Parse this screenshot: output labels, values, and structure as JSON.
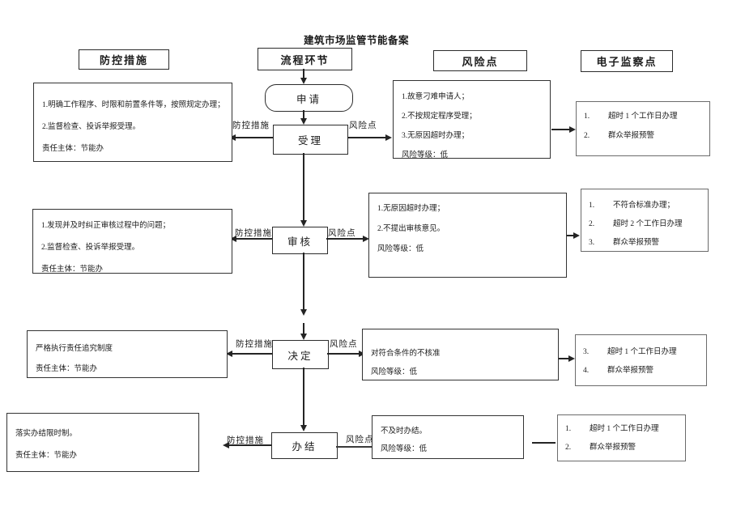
{
  "title": "建筑市场监管节能备案",
  "columns": {
    "prevention": "防控措施",
    "process": "流程环节",
    "risk": "风险点",
    "monitor": "电子监察点"
  },
  "flow": {
    "apply": "申请",
    "accept": "受理",
    "review": "审核",
    "decide": "决定",
    "finish": "办结"
  },
  "connector_labels": {
    "prevention": "防控措施",
    "risk": "风险点"
  },
  "rows": [
    {
      "step": "受理",
      "prevention": {
        "lines": [
          "1.明确工作程序、时限和前置条件等，按照规定办理；",
          "2.监督检查、投诉举报受理。",
          "责任主体：节能办"
        ]
      },
      "risk": {
        "lines": [
          "1.故意刁难申请人；",
          "2.不按规定程序受理；",
          "3.无原因超时办理；",
          "风险等级：低"
        ]
      },
      "monitor": {
        "items": [
          {
            "num": "1.",
            "text": "超时 1 个工作日办理"
          },
          {
            "num": "2.",
            "text": "群众举报预警"
          }
        ]
      }
    },
    {
      "step": "审核",
      "prevention": {
        "lines": [
          "1.发现并及时纠正审核过程中的问题；",
          "2.监督检查、投诉举报受理。",
          "责任主体：节能办"
        ]
      },
      "risk": {
        "lines": [
          "1.无原因超时办理；",
          "2.不提出审核意见。",
          "风险等级：低"
        ]
      },
      "monitor": {
        "items": [
          {
            "num": "1.",
            "text": "不符合标准办理；"
          },
          {
            "num": "2.",
            "text": "超时 2 个工作日办理"
          },
          {
            "num": "3.",
            "text": "群众举报预警"
          }
        ]
      }
    },
    {
      "step": "决定",
      "prevention": {
        "lines": [
          "严格执行责任追究制度",
          "责任主体：节能办"
        ]
      },
      "risk": {
        "lines": [
          "对符合条件的不核准",
          "风险等级：低"
        ]
      },
      "monitor": {
        "items": [
          {
            "num": "3.",
            "text": "超时 1 个工作日办理"
          },
          {
            "num": "4.",
            "text": "群众举报预警"
          }
        ]
      }
    },
    {
      "step": "办结",
      "prevention": {
        "lines": [
          "落实办结限时制。",
          "责任主体：节能办"
        ]
      },
      "risk": {
        "lines": [
          "不及时办结。",
          "风险等级：低"
        ]
      },
      "monitor": {
        "items": [
          {
            "num": "1.",
            "text": "超时 1 个工作日办理"
          },
          {
            "num": "2.",
            "text": "群众举报预警"
          }
        ]
      }
    }
  ]
}
